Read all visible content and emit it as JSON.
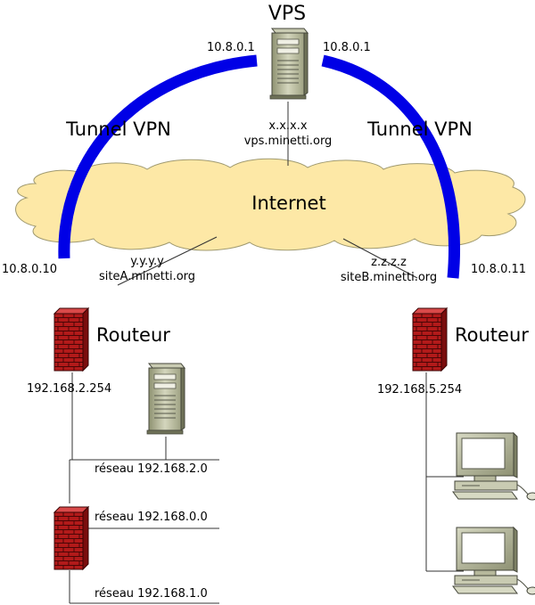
{
  "vps": {
    "title": "VPS",
    "ip_left": "10.8.0.1",
    "ip_right": "10.8.0.1",
    "public_ip": "x.x.x.x",
    "hostname": "vps.minetti.org"
  },
  "tunnels": {
    "left_label": "Tunnel VPN",
    "right_label": "Tunnel VPN",
    "color": "#0000e6"
  },
  "internet": {
    "label": "Internet",
    "fill": "#fde8a6"
  },
  "site_a": {
    "tunnel_ip": "10.8.0.10",
    "public_ip": "y.y.y.y",
    "hostname": "siteA.minetti.org",
    "router_label": "Routeur",
    "lan_ip": "192.168.2.254",
    "networks": [
      "réseau 192.168.2.0",
      "réseau 192.168.0.0",
      "réseau 192.168.1.0"
    ]
  },
  "site_b": {
    "tunnel_ip": "10.8.0.11",
    "public_ip": "z.z.z.z",
    "hostname": "siteB.minetti.org",
    "router_label": "Routeur",
    "lan_ip": "192.168.5.254"
  },
  "icons": {
    "server": "server-icon",
    "firewall": "firewall-router-icon",
    "computer": "desktop-computer-icon",
    "cloud": "cloud-icon"
  }
}
